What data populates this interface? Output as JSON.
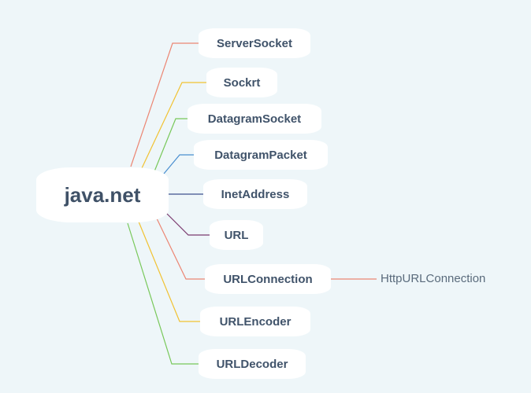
{
  "root": {
    "label": "java.net"
  },
  "branches": [
    {
      "label": "ServerSocket",
      "color": "#ec8673"
    },
    {
      "label": "Sockrt",
      "color": "#f1c232"
    },
    {
      "label": "DatagramSocket",
      "color": "#78c85a"
    },
    {
      "label": "DatagramPacket",
      "color": "#4a8fd0"
    },
    {
      "label": "InetAddress",
      "color": "#3d4f8f"
    },
    {
      "label": "URL",
      "color": "#7a3a6f"
    },
    {
      "label": "URLConnection",
      "color": "#ec8673",
      "child": "HttpURLConnection"
    },
    {
      "label": "URLEncoder",
      "color": "#f1c232"
    },
    {
      "label": "URLDecoder",
      "color": "#78c85a"
    }
  ]
}
